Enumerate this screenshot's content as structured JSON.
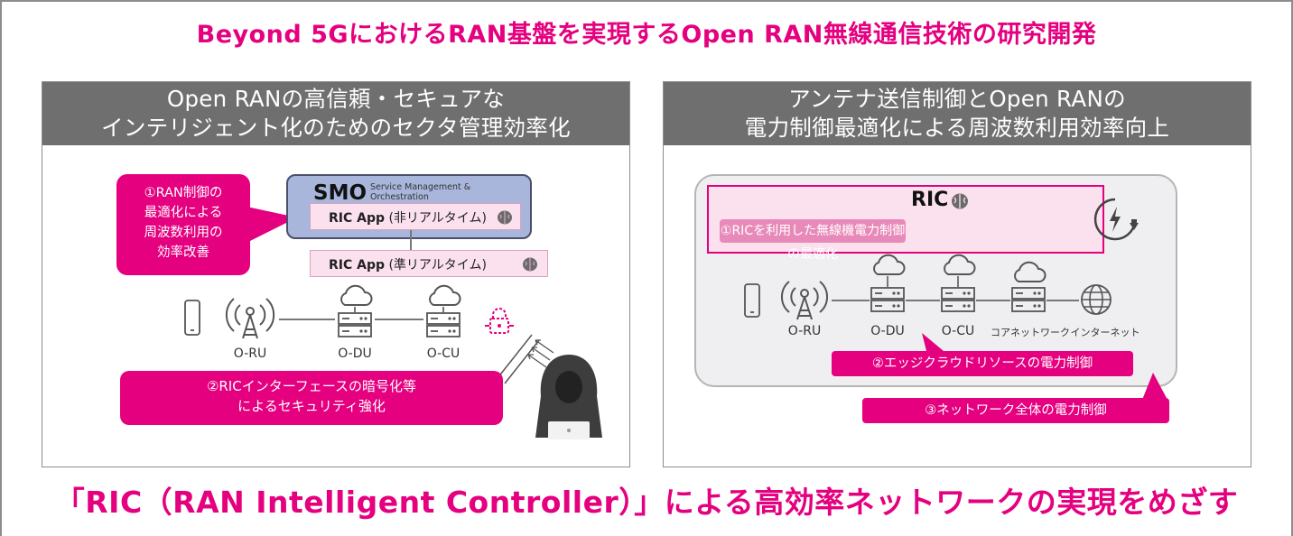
{
  "main_title": "Beyond 5GにおけるRAN基盤を実現するOpen RAN無線通信技術の研究開発",
  "bottom_title": "「RIC（RAN Intelligent Controller）」による高効率ネットワークの実現をめざす",
  "left_panel": {
    "header_line1": "Open RANの高信頼・セキュアな",
    "header_line2": "インテリジェント化のためのセクタ管理効率化",
    "callout1_lines": [
      "①RAN制御の",
      "最適化による",
      "周波数利用の",
      "効率改善"
    ],
    "smo_title": "SMO",
    "smo_subtitle_line1": "Service Management &",
    "smo_subtitle_line2": "Orchestration",
    "ric_app_label": "RIC App",
    "ric_app_nonrt": "(非リアルタイム)",
    "ric_app_nearrt": "(準リアルタイム)",
    "node_labels": [
      "O-RU",
      "O-DU",
      "O-CU"
    ],
    "callout2_line1": "②RICインターフェースの暗号化等",
    "callout2_line2": "によるセキュリティ強化"
  },
  "right_panel": {
    "header_line1": "アンテナ送信制御とOpen RANの",
    "header_line2": "電力制御最適化による周波数利用効率向上",
    "ric_title": "RIC",
    "pill1": "①RICを利用した無線機電力制御の最適化",
    "node_labels": [
      "O-RU",
      "O-DU",
      "O-CU",
      "コアネットワーク",
      "インターネット"
    ],
    "callout2": "②エッジクラウドリソースの電力制御",
    "callout3": "③ネットワーク全体の電力制御"
  },
  "colors": {
    "accent": "#e4007f",
    "header_gray": "#6f6f6f",
    "smo_blue": "#a9b6dc",
    "ric_pink": "#fbe1ee"
  },
  "icons": [
    "smartphone-icon",
    "antenna-tower-icon",
    "cloud-icon",
    "server-icon",
    "brain-icon",
    "lock-icon",
    "hacker-icon",
    "power-save-icon",
    "globe-icon"
  ]
}
